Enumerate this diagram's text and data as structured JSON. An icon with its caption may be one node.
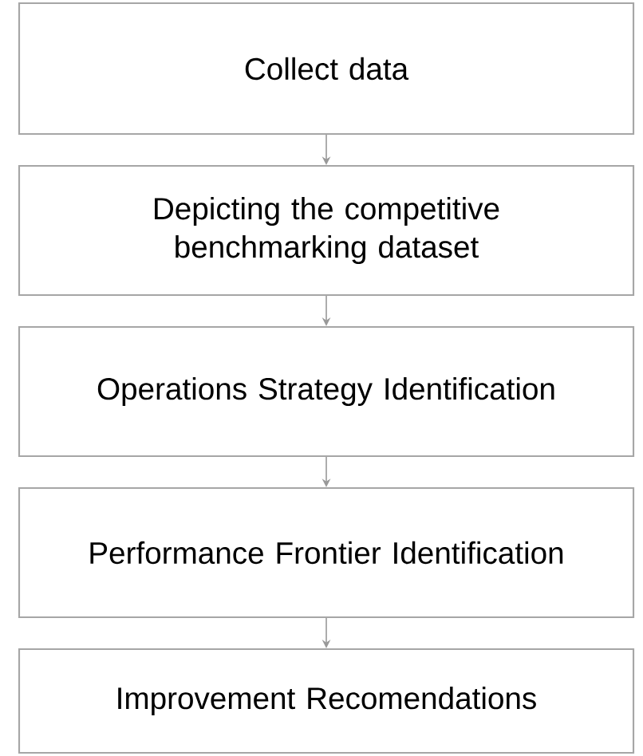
{
  "diagram": {
    "nodes": [
      {
        "text": [
          "Collect data"
        ]
      },
      {
        "text": [
          "Depicting the competitive benchmarking dataset"
        ]
      },
      {
        "text": [
          "Operations Strategy Identification"
        ]
      },
      {
        "text": [
          "Performance Frontier Identification"
        ]
      },
      {
        "text": [
          "Improvement Recomendations"
        ]
      }
    ],
    "edges": [
      {
        "from": 0,
        "to": 1,
        "arrow": "to"
      },
      {
        "from": 1,
        "to": 2,
        "arrow": "to"
      },
      {
        "from": 2,
        "to": 3,
        "arrow": "to"
      },
      {
        "from": 3,
        "to": 4,
        "arrow": "to"
      }
    ]
  }
}
